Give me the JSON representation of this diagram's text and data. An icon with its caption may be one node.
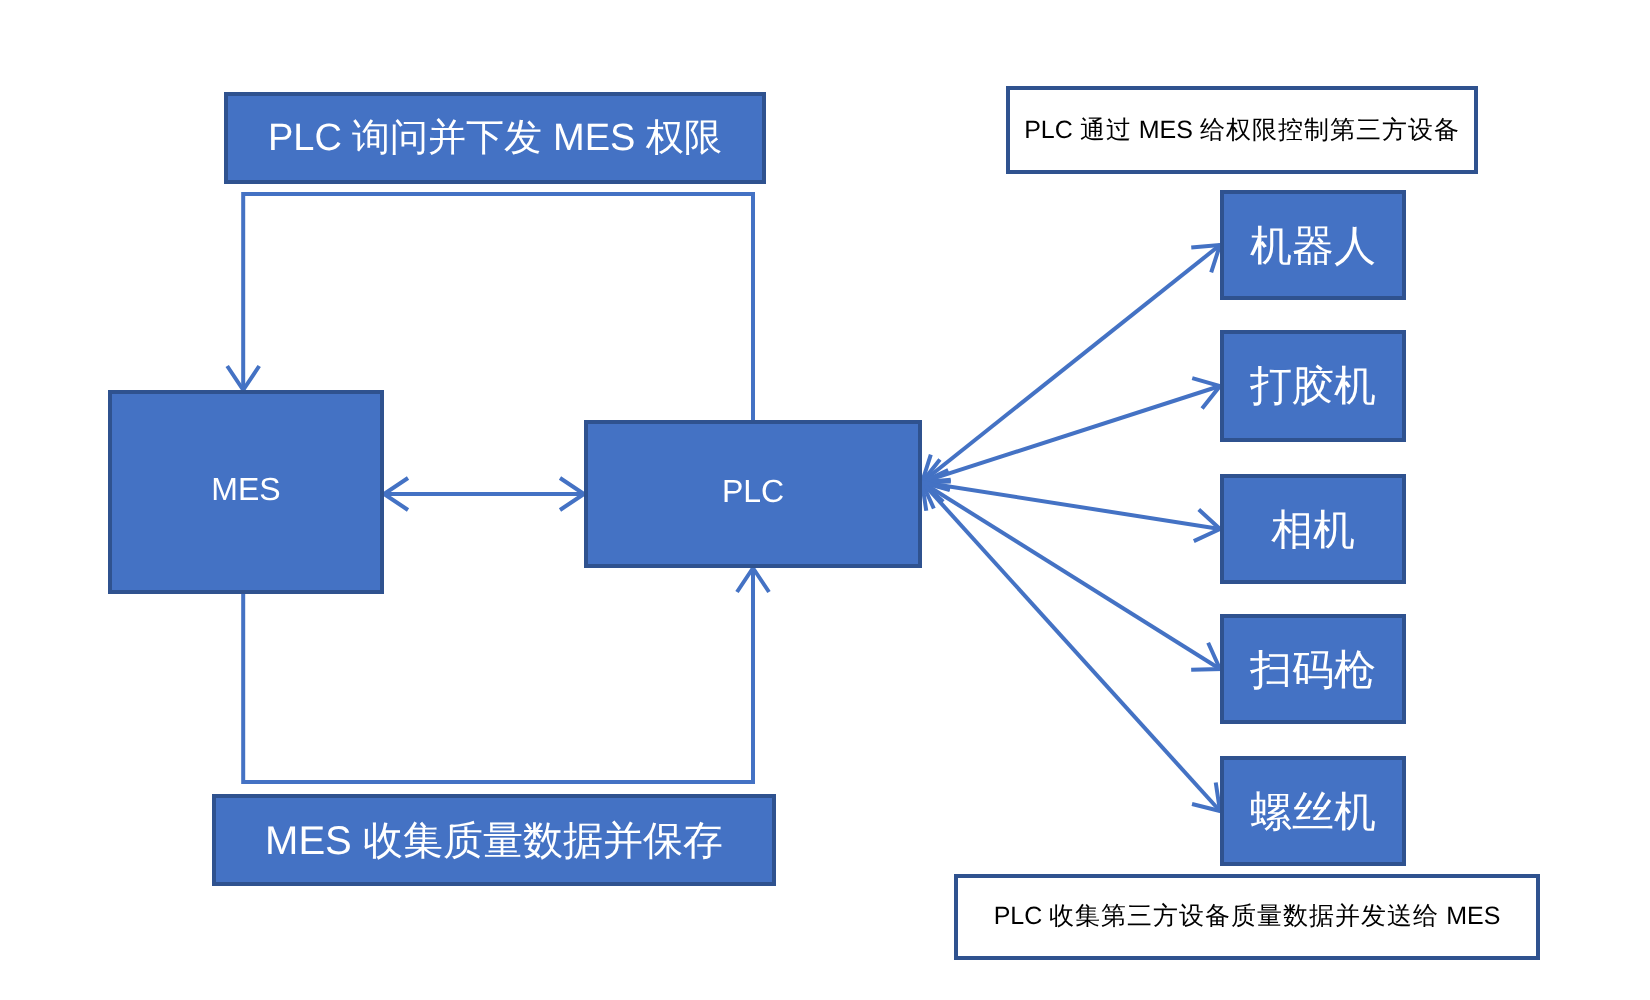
{
  "diagram": {
    "nodes": [
      {
        "text": [
          "PLC 询问并下发 MES 权限"
        ]
      },
      {
        "text": [
          "PLC 通过 MES 给权限控制第三方设备"
        ]
      },
      {
        "text": [
          "机器人"
        ]
      },
      {
        "text": [
          "打胶机"
        ]
      },
      {
        "text": [
          "MES"
        ]
      },
      {
        "text": [
          "PLC"
        ]
      },
      {
        "text": [
          "相机"
        ]
      },
      {
        "text": [
          "扫码枪"
        ]
      },
      {
        "text": [
          "螺丝机"
        ]
      },
      {
        "text": [
          "MES 收集质量数据并保存"
        ]
      },
      {
        "text": [
          "PLC 收集第三方设备质量数据并发送给 MES"
        ]
      }
    ],
    "edges": [
      {
        "from": 5,
        "to": 4,
        "arrow": "to"
      },
      {
        "from": 4,
        "to": 5,
        "arrow": "both"
      },
      {
        "from": 4,
        "to": 5,
        "arrow": "to"
      },
      {
        "from": 5,
        "to": 2,
        "arrow": "both"
      },
      {
        "from": 5,
        "to": 3,
        "arrow": "both"
      },
      {
        "from": 5,
        "to": 6,
        "arrow": "both"
      },
      {
        "from": 5,
        "to": 7,
        "arrow": "both"
      },
      {
        "from": 5,
        "to": 8,
        "arrow": "both"
      }
    ]
  }
}
